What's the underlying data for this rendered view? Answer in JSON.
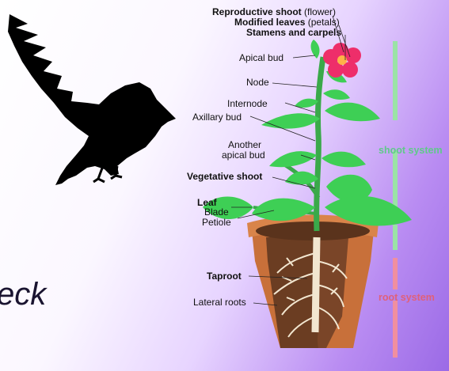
{
  "stray_text": "eck",
  "labels": {
    "reproductive_shoot": "Reproductive shoot",
    "reproductive_shoot_note": "(flower)",
    "modified_leaves": "Modified leaves",
    "modified_leaves_note": "(petals)",
    "stamens_carpels": "Stamens and carpels",
    "apical_bud": "Apical bud",
    "node": "Node",
    "internode": "Internode",
    "axillary_bud": "Axillary bud",
    "another": "Another",
    "apical_bud_2": "apical bud",
    "vegetative_shoot": "Vegetative shoot",
    "leaf": "Leaf",
    "blade": "Blade",
    "petiole": "Petiole",
    "taproot": "Taproot",
    "lateral_roots": "Lateral roots"
  },
  "systems": {
    "shoot": "shoot system",
    "root": "root system"
  },
  "colors": {
    "shoot_bar": "#9be3a6",
    "root_bar": "#f08fa0",
    "shoot_text": "#5fc98a",
    "root_text": "#e0607a",
    "flower": "#ee2e6a",
    "leaf": "#3ecf55",
    "stem": "#3aa94a",
    "pot": "#c8703a",
    "soil": "#6b3d22",
    "root": "#f2e6d0"
  }
}
